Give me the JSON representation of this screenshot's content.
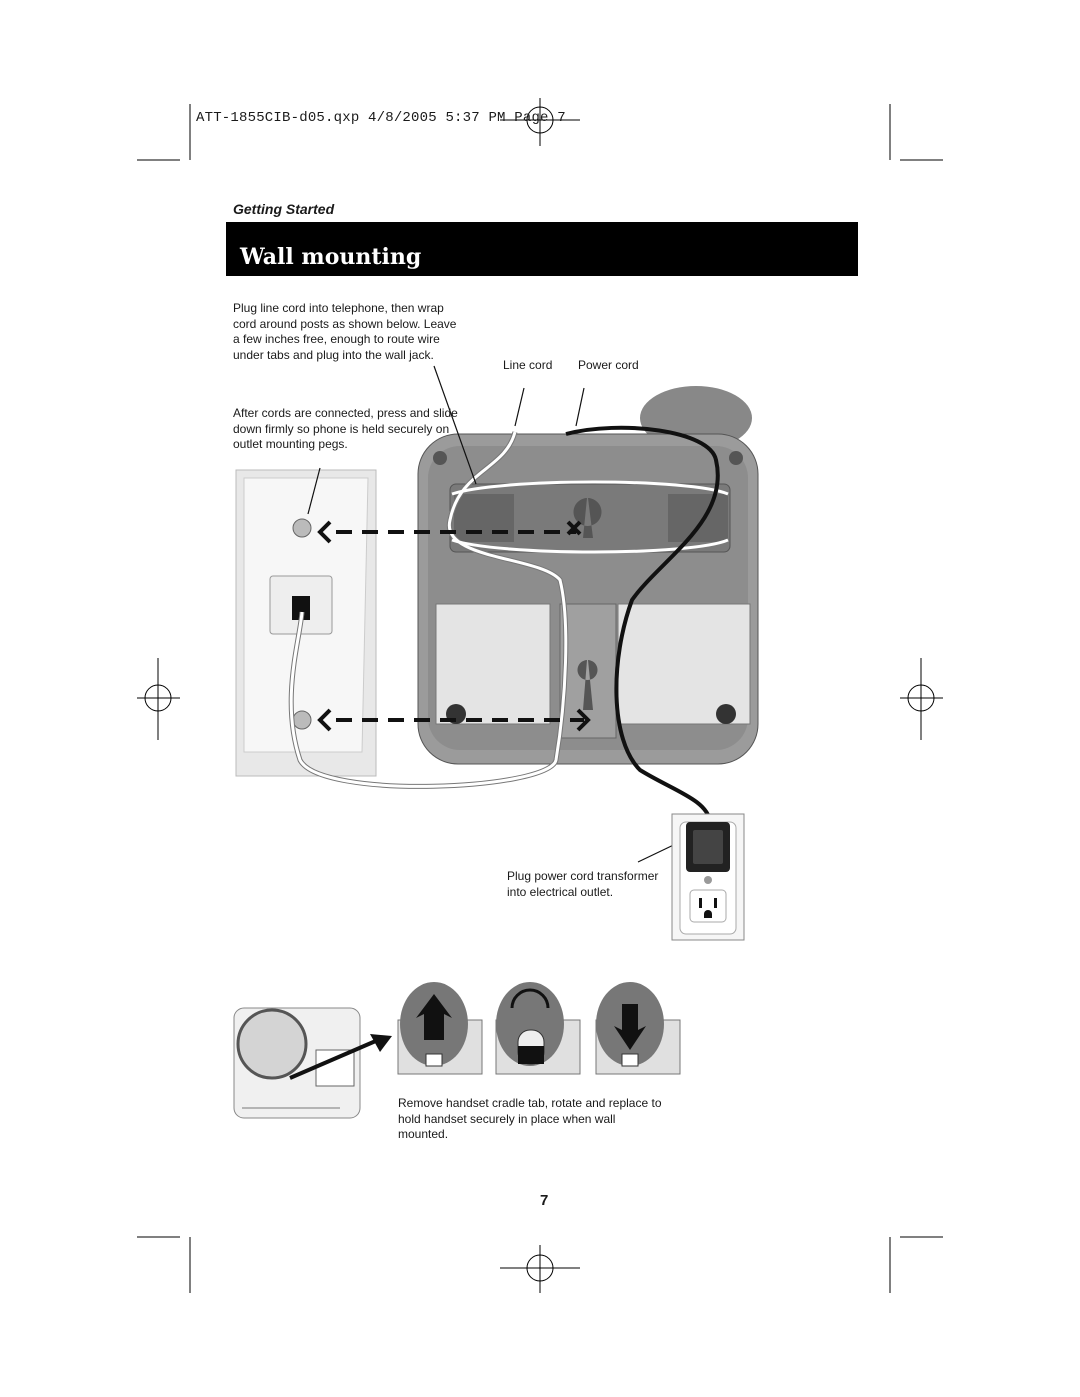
{
  "print_slug": "ATT-1855CIB-d05.qxp 4/8/2005 5:37 PM Page 7",
  "section_heading": "Getting Started",
  "title": "Wall mounting",
  "instructions": {
    "wrap_cords": "Plug line cord into telephone, then wrap cord around posts as shown below. Leave a few inches free, enough to route wire under tabs and plug into the wall jack.",
    "slide_down": "After cords are connected, press and slide down firmly so phone is held securely on outlet mounting pegs.",
    "power_outlet": "Plug power cord transformer into electrical outlet.",
    "handset_tab": "Remove handset cradle tab, rotate and replace to hold handset securely in place when wall mounted."
  },
  "callouts": {
    "line_cord": "Line cord",
    "power_cord": "Power cord"
  },
  "page_number": "7",
  "colors": {
    "banner": "#000000",
    "banner_text": "#ffffff",
    "panel_gray": "#e6e6e6",
    "phone_gray": "#9b9b9b"
  }
}
